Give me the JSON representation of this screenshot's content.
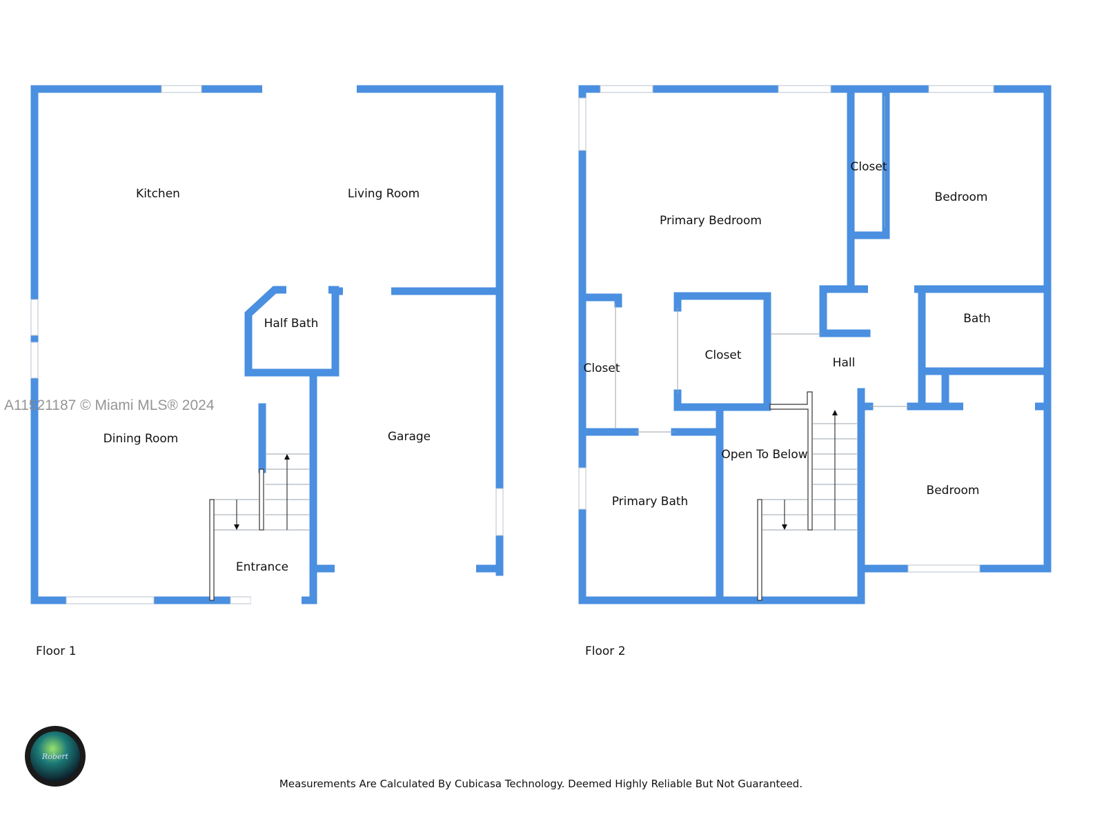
{
  "floor1": {
    "label": "Floor 1",
    "rooms": {
      "kitchen": "Kitchen",
      "living": "Living Room",
      "half_bath": "Half Bath",
      "dining": "Dining Room",
      "garage": "Garage",
      "entrance": "Entrance"
    }
  },
  "floor2": {
    "label": "Floor 2",
    "rooms": {
      "primary_bedroom": "Primary Bedroom",
      "closet_top": "Closet",
      "bedroom_top": "Bedroom",
      "bath": "Bath",
      "closet_left": "Closet",
      "closet_mid": "Closet",
      "hall": "Hall",
      "open_below": "Open To Below",
      "primary_bath": "Primary Bath",
      "bedroom_bottom": "Bedroom"
    }
  },
  "watermark": "A11521187 © Miami MLS® 2024",
  "footer": "Measurements Are Calculated By Cubicasa Technology. Deemed Highly Reliable But Not Guaranteed.",
  "colors": {
    "wall": "#4a8fe0"
  }
}
